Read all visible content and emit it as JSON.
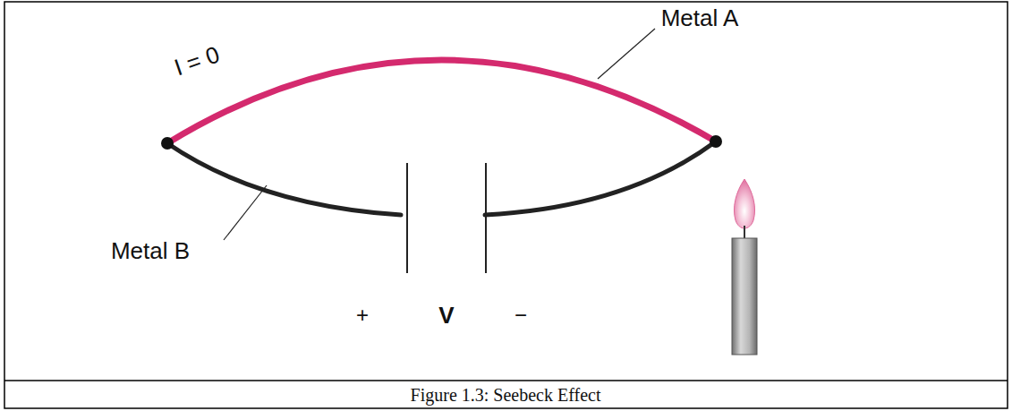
{
  "diagram": {
    "caption": "Figure 1.3: Seebeck Effect",
    "labels": [
      "Metal A",
      "I = 0",
      "Metal B",
      "+",
      "V",
      "−"
    ]
  }
}
